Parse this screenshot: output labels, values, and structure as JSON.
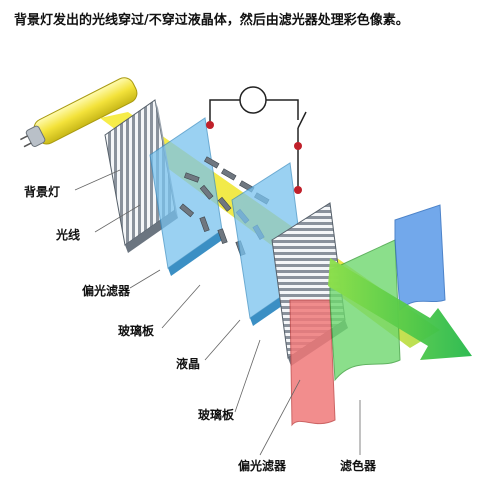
{
  "caption": "背景灯发出的光线穿过/不穿过液晶体，然后由滤光器处理彩色像素。",
  "labels": {
    "backlight": "背景灯",
    "light_ray": "光线",
    "polarizer_1": "偏光滤器",
    "glass_1": "玻璃板",
    "liquid_crystal": "液晶",
    "glass_2": "玻璃板",
    "polarizer_2": "偏光滤器",
    "color_filter": "滤色器"
  },
  "colors": {
    "backlight_tube": "#f3e23a",
    "light_beam": "#f5e62a",
    "light_out": "#3ec84a",
    "filter_red": "#f07a7a",
    "filter_green": "#6fd86f",
    "filter_blue": "#5a9ae8",
    "glass_blue": "#79c2ee",
    "circuit": "#c0202a"
  }
}
